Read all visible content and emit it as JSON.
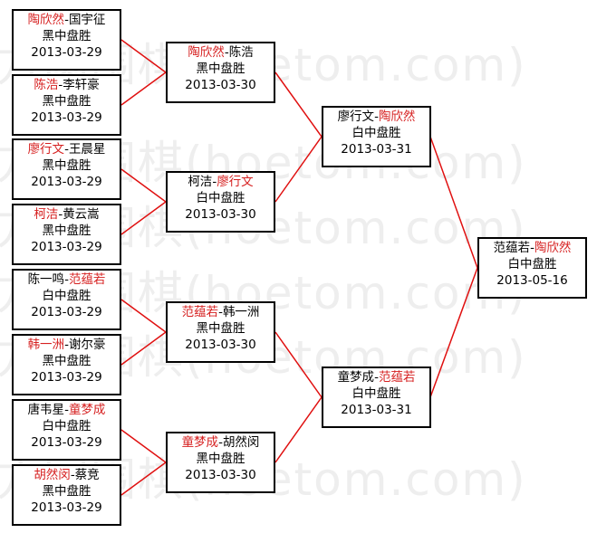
{
  "watermark": "方圆围棋(hoetom.com)",
  "round1": [
    {
      "p1": "陶欣然",
      "sep": "-",
      "p2": "国宇征",
      "winner": 1,
      "result": "黑中盘胜",
      "date": "2013-03-29"
    },
    {
      "p1": "陈浩",
      "sep": "-",
      "p2": "李轩豪",
      "winner": 1,
      "result": "黑中盘胜",
      "date": "2013-03-29"
    },
    {
      "p1": "廖行文",
      "sep": "-",
      "p2": "王晨星",
      "winner": 1,
      "result": "黑中盘胜",
      "date": "2013-03-29"
    },
    {
      "p1": "柯洁",
      "sep": "-",
      "p2": "黄云嵩",
      "winner": 1,
      "result": "黑中盘胜",
      "date": "2013-03-29"
    },
    {
      "p1": "陈一鸣",
      "sep": "-",
      "p2": "范蕴若",
      "winner": 2,
      "result": "白中盘胜",
      "date": "2013-03-29"
    },
    {
      "p1": "韩一洲",
      "sep": "-",
      "p2": "谢尔豪",
      "winner": 1,
      "result": "黑中盘胜",
      "date": "2013-03-29"
    },
    {
      "p1": "唐韦星",
      "sep": "-",
      "p2": "童梦成",
      "winner": 2,
      "result": "白中盘胜",
      "date": "2013-03-29"
    },
    {
      "p1": "胡然闵",
      "sep": "-",
      "p2": "蔡竞",
      "winner": 1,
      "result": "黑中盘胜",
      "date": "2013-03-29"
    }
  ],
  "round2": [
    {
      "p1": "陶欣然",
      "sep": "-",
      "p2": "陈浩",
      "winner": 1,
      "result": "黑中盘胜",
      "date": "2013-03-30"
    },
    {
      "p1": "柯洁",
      "sep": "-",
      "p2": "廖行文",
      "winner": 2,
      "result": "白中盘胜",
      "date": "2013-03-30"
    },
    {
      "p1": "范蕴若",
      "sep": "-",
      "p2": "韩一洲",
      "winner": 1,
      "result": "黑中盘胜",
      "date": "2013-03-30"
    },
    {
      "p1": "童梦成",
      "sep": "-",
      "p2": "胡然闵",
      "winner": 1,
      "result": "黑中盘胜",
      "date": "2013-03-30"
    }
  ],
  "round3": [
    {
      "p1": "廖行文",
      "sep": "-",
      "p2": "陶欣然",
      "winner": 2,
      "result": "白中盘胜",
      "date": "2013-03-31"
    },
    {
      "p1": "童梦成",
      "sep": "-",
      "p2": "范蕴若",
      "winner": 2,
      "result": "白中盘胜",
      "date": "2013-03-31"
    }
  ],
  "final": {
    "p1": "范蕴若",
    "sep": "-",
    "p2": "陶欣然",
    "winner": 2,
    "result": "白中盘胜",
    "date": "2013-05-16"
  },
  "colors": {
    "winner": "#d62020",
    "link": "#e01010",
    "border": "#000000"
  }
}
